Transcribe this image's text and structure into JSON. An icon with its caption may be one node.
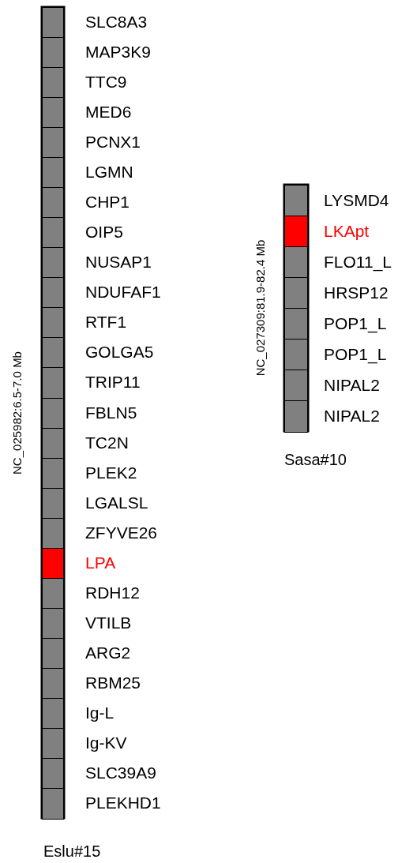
{
  "diagram": {
    "nodes": [
      {
        "text": [],
        "shape": "bar",
        "beside": [
          "NC_025982:6.5-7.0 Mb",
          "Eslu#15"
        ]
      },
      {
        "text": [],
        "shape": "box",
        "in": 0,
        "beside": [
          "SLC8A3"
        ]
      },
      {
        "text": [],
        "shape": "box",
        "in": 0,
        "beside": [
          "MAP3K9"
        ]
      },
      {
        "text": [],
        "shape": "box",
        "in": 0,
        "beside": [
          "TTC9"
        ]
      },
      {
        "text": [],
        "shape": "box",
        "in": 0,
        "beside": [
          "MED6"
        ]
      },
      {
        "text": [],
        "shape": "box",
        "in": 0,
        "beside": [
          "PCNX1"
        ]
      },
      {
        "text": [],
        "shape": "box",
        "in": 0,
        "beside": [
          "LGMN"
        ]
      },
      {
        "text": [],
        "shape": "box",
        "in": 0,
        "beside": [
          "CHP1"
        ]
      },
      {
        "text": [],
        "shape": "box",
        "in": 0,
        "beside": [
          "OIP5"
        ]
      },
      {
        "text": [],
        "shape": "box",
        "in": 0,
        "beside": [
          "NUSAP1"
        ]
      },
      {
        "text": [],
        "shape": "box",
        "in": 0,
        "beside": [
          "NDUFAF1"
        ]
      },
      {
        "text": [],
        "shape": "box",
        "in": 0,
        "beside": [
          "RTF1"
        ]
      },
      {
        "text": [],
        "shape": "box",
        "in": 0,
        "beside": [
          "GOLGA5"
        ]
      },
      {
        "text": [],
        "shape": "box",
        "in": 0,
        "beside": [
          "TRIP11"
        ]
      },
      {
        "text": [],
        "shape": "box",
        "in": 0,
        "beside": [
          "FBLN5"
        ]
      },
      {
        "text": [],
        "shape": "box",
        "in": 0,
        "beside": [
          "TC2N"
        ]
      },
      {
        "text": [],
        "shape": "box",
        "in": 0,
        "beside": [
          "PLEK2"
        ]
      },
      {
        "text": [],
        "shape": "box",
        "in": 0,
        "beside": [
          "LGALSL"
        ]
      },
      {
        "text": [],
        "shape": "box",
        "in": 0,
        "beside": [
          "ZFYVE26"
        ]
      },
      {
        "text": [],
        "shape": "box",
        "in": 0,
        "beside": [
          "LPA"
        ]
      },
      {
        "text": [],
        "shape": "box",
        "in": 0,
        "beside": [
          "RDH12"
        ]
      },
      {
        "text": [],
        "shape": "box",
        "in": 0,
        "beside": [
          "VTILB"
        ]
      },
      {
        "text": [],
        "shape": "box",
        "in": 0,
        "beside": [
          "ARG2"
        ]
      },
      {
        "text": [],
        "shape": "box",
        "in": 0,
        "beside": [
          "RBM25"
        ]
      },
      {
        "text": [],
        "shape": "box",
        "in": 0,
        "beside": [
          "Ig-L"
        ]
      },
      {
        "text": [],
        "shape": "box",
        "in": 0,
        "beside": [
          "Ig-KV"
        ]
      },
      {
        "text": [],
        "shape": "box",
        "in": 0,
        "beside": [
          "SLC39A9"
        ]
      },
      {
        "text": [],
        "shape": "box",
        "in": 0,
        "beside": [
          "PLEKHD1"
        ]
      },
      {
        "text": [],
        "shape": "bar",
        "beside": [
          "NC_027309:81.9-82.4 Mb",
          "Sasa#10"
        ]
      },
      {
        "text": [],
        "shape": "box",
        "in": 28,
        "beside": [
          "LYSMD4"
        ]
      },
      {
        "text": [],
        "shape": "box",
        "in": 28,
        "beside": [
          "LKApt"
        ]
      },
      {
        "text": [],
        "shape": "box",
        "in": 28,
        "beside": [
          "FLO11_L"
        ]
      },
      {
        "text": [],
        "shape": "box",
        "in": 28,
        "beside": [
          "HRSP12"
        ]
      },
      {
        "text": [],
        "shape": "box",
        "in": 28,
        "beside": [
          "POP1_L"
        ]
      },
      {
        "text": [],
        "shape": "box",
        "in": 28,
        "beside": [
          "POP1_L"
        ]
      },
      {
        "text": [],
        "shape": "box",
        "in": 28,
        "beside": [
          "NIPAL2"
        ]
      },
      {
        "text": [],
        "shape": "box",
        "in": 28,
        "beside": [
          "NIPAL2"
        ]
      }
    ]
  }
}
